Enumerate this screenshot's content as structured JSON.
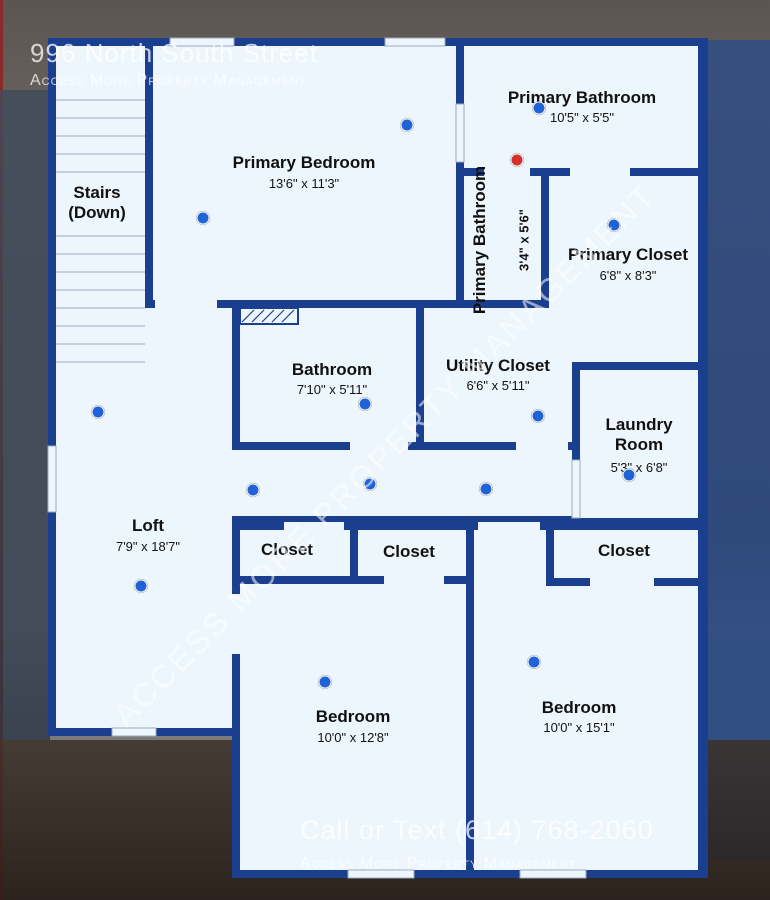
{
  "header": {
    "address": "996 North South Street",
    "company": "Access More Property Management"
  },
  "footer": {
    "contact": "Call or Text   (614) 768-2060",
    "company": "Access More Property Management"
  },
  "watermark": "ACCESS MORE PROPERTY MANAGEMENT",
  "rooms": {
    "primary_bedroom": {
      "name": "Primary Bedroom",
      "dim": "13'6\" x 11'3\""
    },
    "primary_bathroom": {
      "name": "Primary Bathroom",
      "dim": "10'5\" x 5'5\""
    },
    "primary_bathroom_small": {
      "name": "Primary Bathroom",
      "dim": "3'4\" x 5'6\""
    },
    "primary_closet": {
      "name": "Primary Closet",
      "dim": "6'8\" x 8'3\""
    },
    "stairs": {
      "name": "Stairs (Down)"
    },
    "bathroom": {
      "name": "Bathroom",
      "dim": "7'10\" x 5'11\""
    },
    "utility_closet": {
      "name": "Utility Closet",
      "dim": "6'6\" x 5'11\""
    },
    "laundry": {
      "name": "Laundry Room",
      "dim": "5'3\" x 6'8\""
    },
    "loft": {
      "name": "Loft",
      "dim": "7'9\" x 18'7\""
    },
    "closet_1": {
      "name": "Closet"
    },
    "closet_2": {
      "name": "Closet"
    },
    "closet_3": {
      "name": "Closet"
    },
    "bedroom_1": {
      "name": "Bedroom",
      "dim": "10'0\" x 12'8\""
    },
    "bedroom_2": {
      "name": "Bedroom",
      "dim": "10'0\" x 15'1\""
    }
  },
  "colors": {
    "wall": "#1a3f8f",
    "floor": "#eef6fd",
    "marker": "#1f63d6",
    "marker_active": "#d2302d"
  }
}
